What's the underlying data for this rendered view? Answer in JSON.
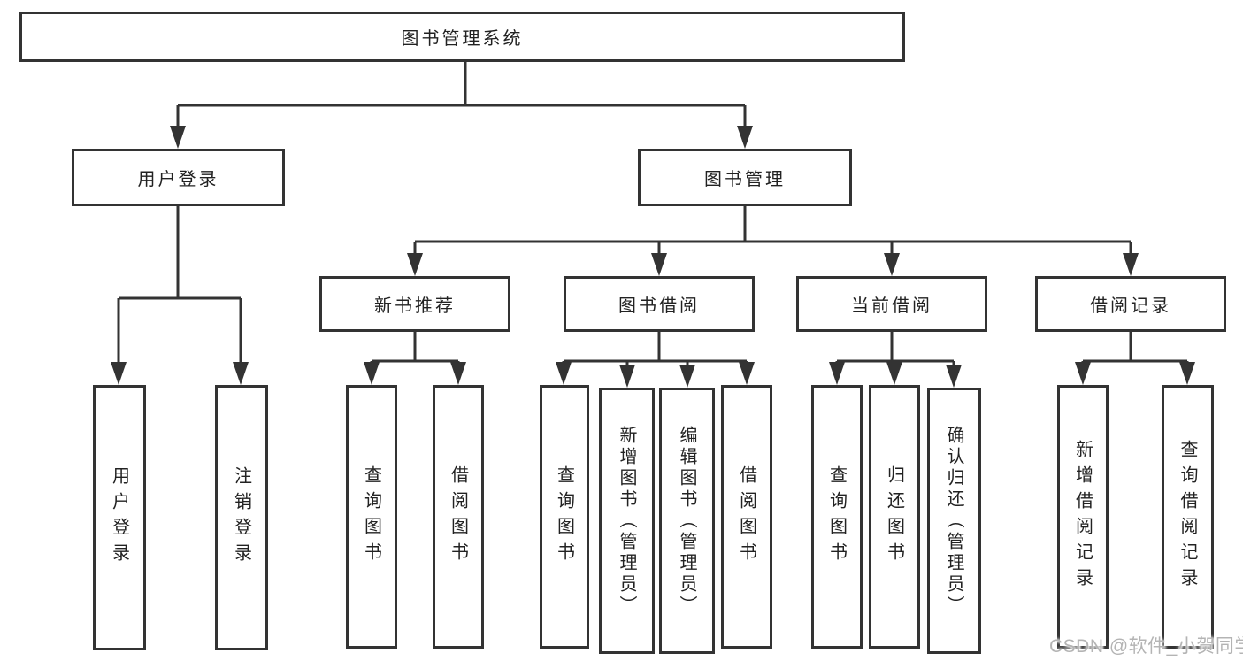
{
  "diagram": {
    "root": {
      "label": "图书管理系统"
    },
    "level2": [
      {
        "label": "用户登录",
        "children": [
          {
            "label": "用户登录"
          },
          {
            "label": "注销登录"
          }
        ]
      },
      {
        "label": "图书管理",
        "children": [
          {
            "label": "新书推荐",
            "children": [
              {
                "label": "查询图书"
              },
              {
                "label": "借阅图书"
              }
            ]
          },
          {
            "label": "图书借阅",
            "children": [
              {
                "label": "查询图书"
              },
              {
                "label": "新增图书（管理员）"
              },
              {
                "label": "编辑图书（管理员）"
              },
              {
                "label": "借阅图书"
              }
            ]
          },
          {
            "label": "当前借阅",
            "children": [
              {
                "label": "查询图书"
              },
              {
                "label": "归还图书"
              },
              {
                "label": "确认归还（管理员）"
              }
            ]
          },
          {
            "label": "借阅记录",
            "children": [
              {
                "label": "新增借阅记录"
              },
              {
                "label": "查询借阅记录"
              }
            ]
          }
        ]
      }
    ]
  },
  "watermark": {
    "text": "CSDN @软件_小贺同学"
  },
  "colors": {
    "line": "#333333",
    "text": "#222222",
    "wm": "#b4b4b4",
    "bg": "#ffffff"
  }
}
